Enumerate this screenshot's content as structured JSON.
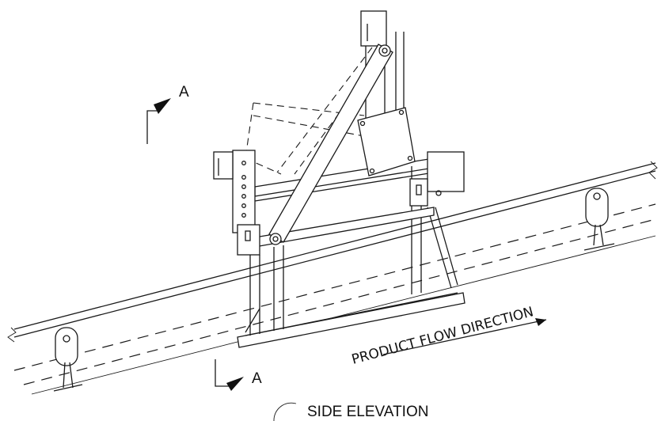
{
  "drawing": {
    "flow_label": "PRODUCT FLOW DIRECTION",
    "section_marker_top": "A",
    "section_marker_bottom": "A",
    "view_title": "SIDE ELEVATION"
  }
}
